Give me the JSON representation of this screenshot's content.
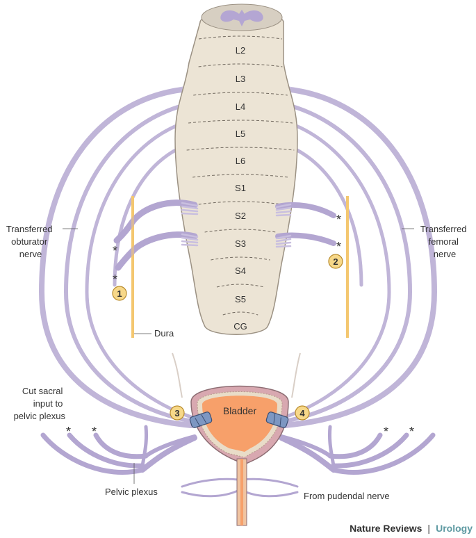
{
  "segments": [
    "L2",
    "L3",
    "L4",
    "L5",
    "L6",
    "S1",
    "S2",
    "S3",
    "S4",
    "S5",
    "CG"
  ],
  "labels": {
    "transferred_obturator": [
      "Transferred",
      "obturator",
      "nerve"
    ],
    "transferred_femoral": [
      "Transferred",
      "femoral",
      "nerve"
    ],
    "dura": "Dura",
    "cut_sacral": [
      "Cut sacral",
      "input to",
      "pelvic plexus"
    ],
    "pelvic_plexus": "Pelvic plexus",
    "from_pudendal": "From pudendal nerve",
    "bladder": "Bladder"
  },
  "markers": [
    "1",
    "2",
    "3",
    "4"
  ],
  "asterisk": "*",
  "brand": {
    "publisher": "Nature Reviews",
    "separator": "|",
    "journal": "Urology"
  },
  "colors": {
    "nerve": "#b9aed3",
    "cord": "#ece4d5",
    "dura": "#f4c770",
    "marker": "#f7d889",
    "bladder": "#f7a06a",
    "journal": "#5e9aa2"
  }
}
